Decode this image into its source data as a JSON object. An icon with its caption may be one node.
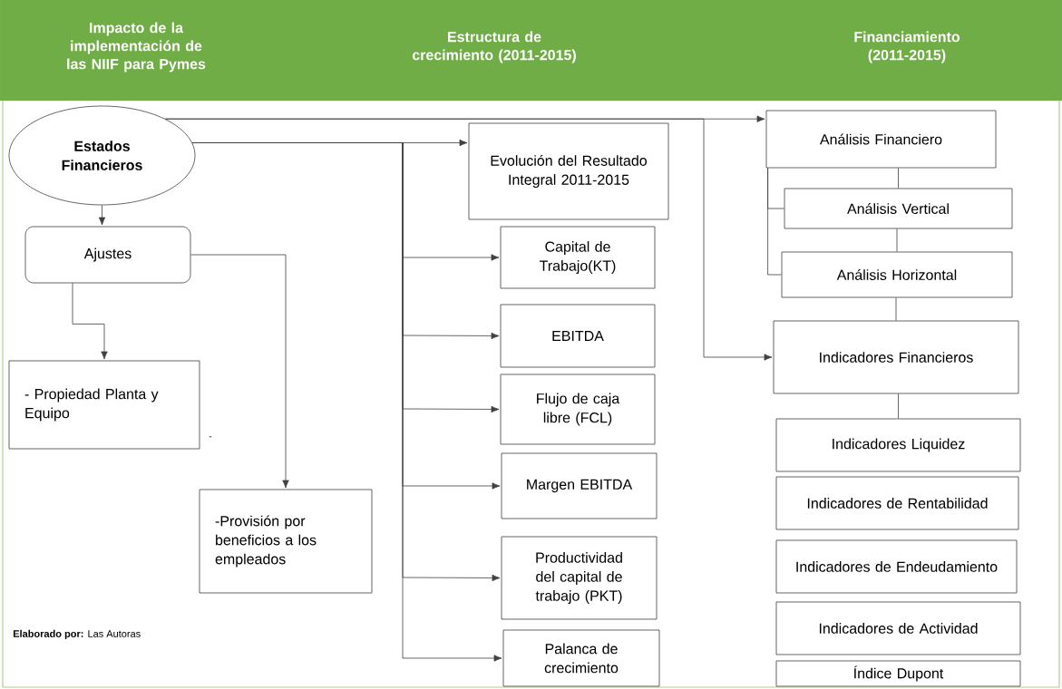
{
  "diagram": {
    "nodes": [
      {
        "text": [
          "Estados Financieros"
        ]
      },
      {
        "text": [
          "Ajustes"
        ]
      },
      {
        "text": [
          "- Propiedad Planta y Equipo"
        ]
      },
      {
        "text": [
          "-Provisión por beneficios a los empleados"
        ]
      },
      {
        "text": [
          "Evolución del Resultado Integral 2011-2015"
        ]
      },
      {
        "text": [
          "Capital de Trabajo(KT)"
        ]
      },
      {
        "text": [
          "EBITDA"
        ]
      },
      {
        "text": [
          "Flujo de caja libre (FCL)"
        ]
      },
      {
        "text": [
          "Margen EBITDA"
        ]
      },
      {
        "text": [
          "Productividad del capital de trabajo (PKT)"
        ]
      },
      {
        "text": [
          "Palanca de crecimiento"
        ]
      },
      {
        "text": [
          "Análisis Financiero"
        ]
      },
      {
        "text": [
          "Análisis Vertical"
        ]
      },
      {
        "text": [
          "Análisis Horizontal"
        ]
      },
      {
        "text": [
          "Indicadores Financieros"
        ]
      },
      {
        "text": [
          "Indicadores Liquidez"
        ]
      },
      {
        "text": [
          "Indicadores de Rentabilidad"
        ]
      },
      {
        "text": [
          "Indicadores de Endeudamiento"
        ]
      },
      {
        "text": [
          "Indicadores de Actividad"
        ]
      },
      {
        "text": [
          "Índice Dupont"
        ]
      }
    ],
    "edges": [
      {
        "from": 0,
        "to": 1,
        "arrow": "to"
      },
      {
        "from": 1,
        "to": 2,
        "arrow": "to"
      },
      {
        "from": 1,
        "to": 3,
        "arrow": "to"
      },
      {
        "from": 0,
        "to": 4,
        "arrow": "to"
      },
      {
        "from": 0,
        "to": 5,
        "arrow": "to"
      },
      {
        "from": 0,
        "to": 6,
        "arrow": "to"
      },
      {
        "from": 0,
        "to": 7,
        "arrow": "to"
      },
      {
        "from": 0,
        "to": 8,
        "arrow": "to"
      },
      {
        "from": 0,
        "to": 9,
        "arrow": "to"
      },
      {
        "from": 0,
        "to": 10,
        "arrow": "to"
      },
      {
        "from": 0,
        "to": 11,
        "arrow": "to"
      },
      {
        "from": 0,
        "to": 14,
        "arrow": "to"
      },
      {
        "from": 11,
        "to": 12,
        "arrow": "none"
      },
      {
        "from": 12,
        "to": 13,
        "arrow": "none"
      },
      {
        "from": 13,
        "to": 14,
        "arrow": "none"
      },
      {
        "from": 14,
        "to": 15,
        "arrow": "none"
      },
      {
        "from": 11,
        "to": 12,
        "arrow": "none"
      },
      {
        "from": 11,
        "to": 13,
        "arrow": "none"
      }
    ],
    "labels": [
      "Impacto de la implementación de las NIIF para Pymes",
      "Estructura de crecimiento (2011-2015)",
      "Financiamiento (2011-2015)",
      "-",
      "**Elaborado por:** Las Autoras"
    ]
  }
}
